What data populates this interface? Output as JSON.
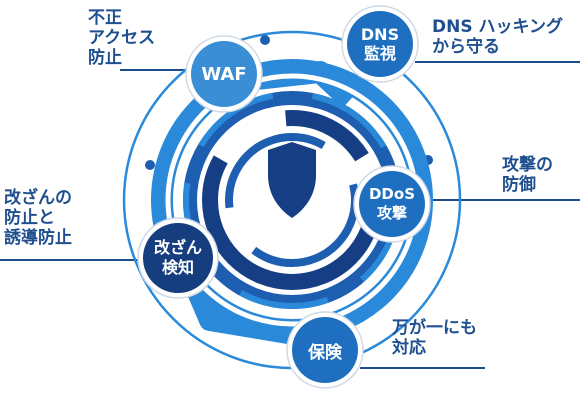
{
  "nodes": {
    "waf": {
      "label": "WAF",
      "caption": "不正\nアクセス\n防止",
      "color": "#3a8ed6"
    },
    "dns": {
      "label": "DNS\n監視",
      "caption": "DNS ハッキング\nから守る",
      "color": "#1f6fc1"
    },
    "ddos": {
      "label": "DDoS\n攻撃",
      "caption": "攻撃の\n防御",
      "color": "#1f6fc1"
    },
    "insurance": {
      "label": "保険",
      "caption": "万が一にも\n対応",
      "color": "#1f6fc1"
    },
    "tamper": {
      "label": "改ざん\n検知",
      "caption": "改ざんの\n防止と\n誘導防止",
      "color": "#163e7e"
    }
  },
  "colors": {
    "caption_text": "#1f4f8f",
    "line": "#1b4d8f",
    "ring_outer": "#2a8ad9",
    "ring_mid": "#1e5eb0",
    "ring_inner": "#163e85",
    "shield": "#163e85"
  },
  "icons": {
    "center": "shield-icon"
  }
}
